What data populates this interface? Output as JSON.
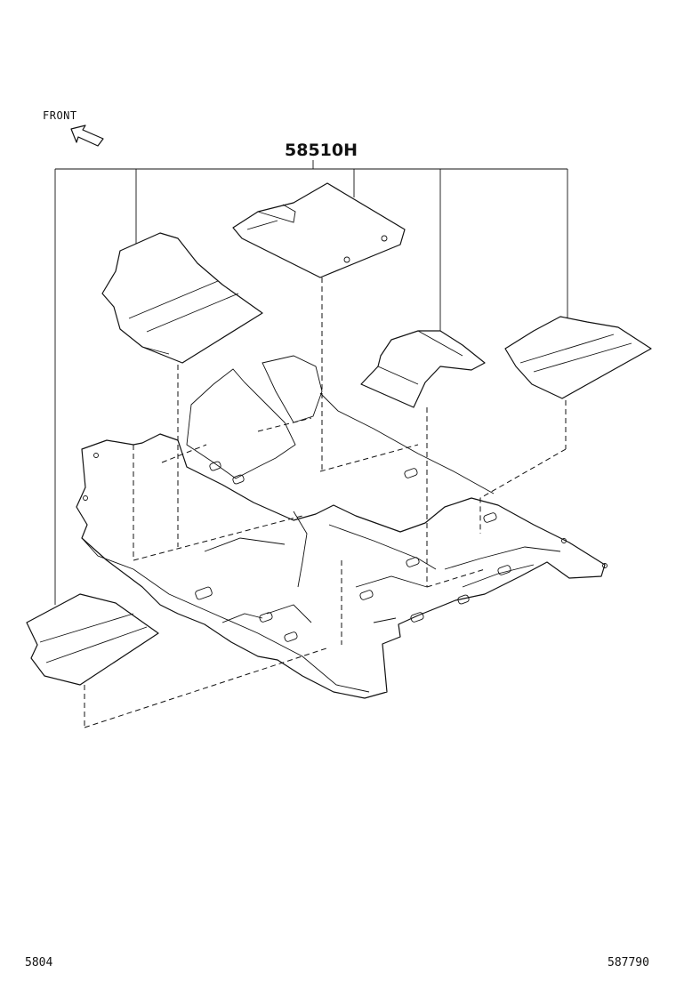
{
  "labels": {
    "front": "FRONT",
    "part_number": "58510H",
    "page_code": "5804",
    "drawing_number": "587790"
  },
  "icons": {
    "front_arrow": "front-direction-arrow"
  }
}
